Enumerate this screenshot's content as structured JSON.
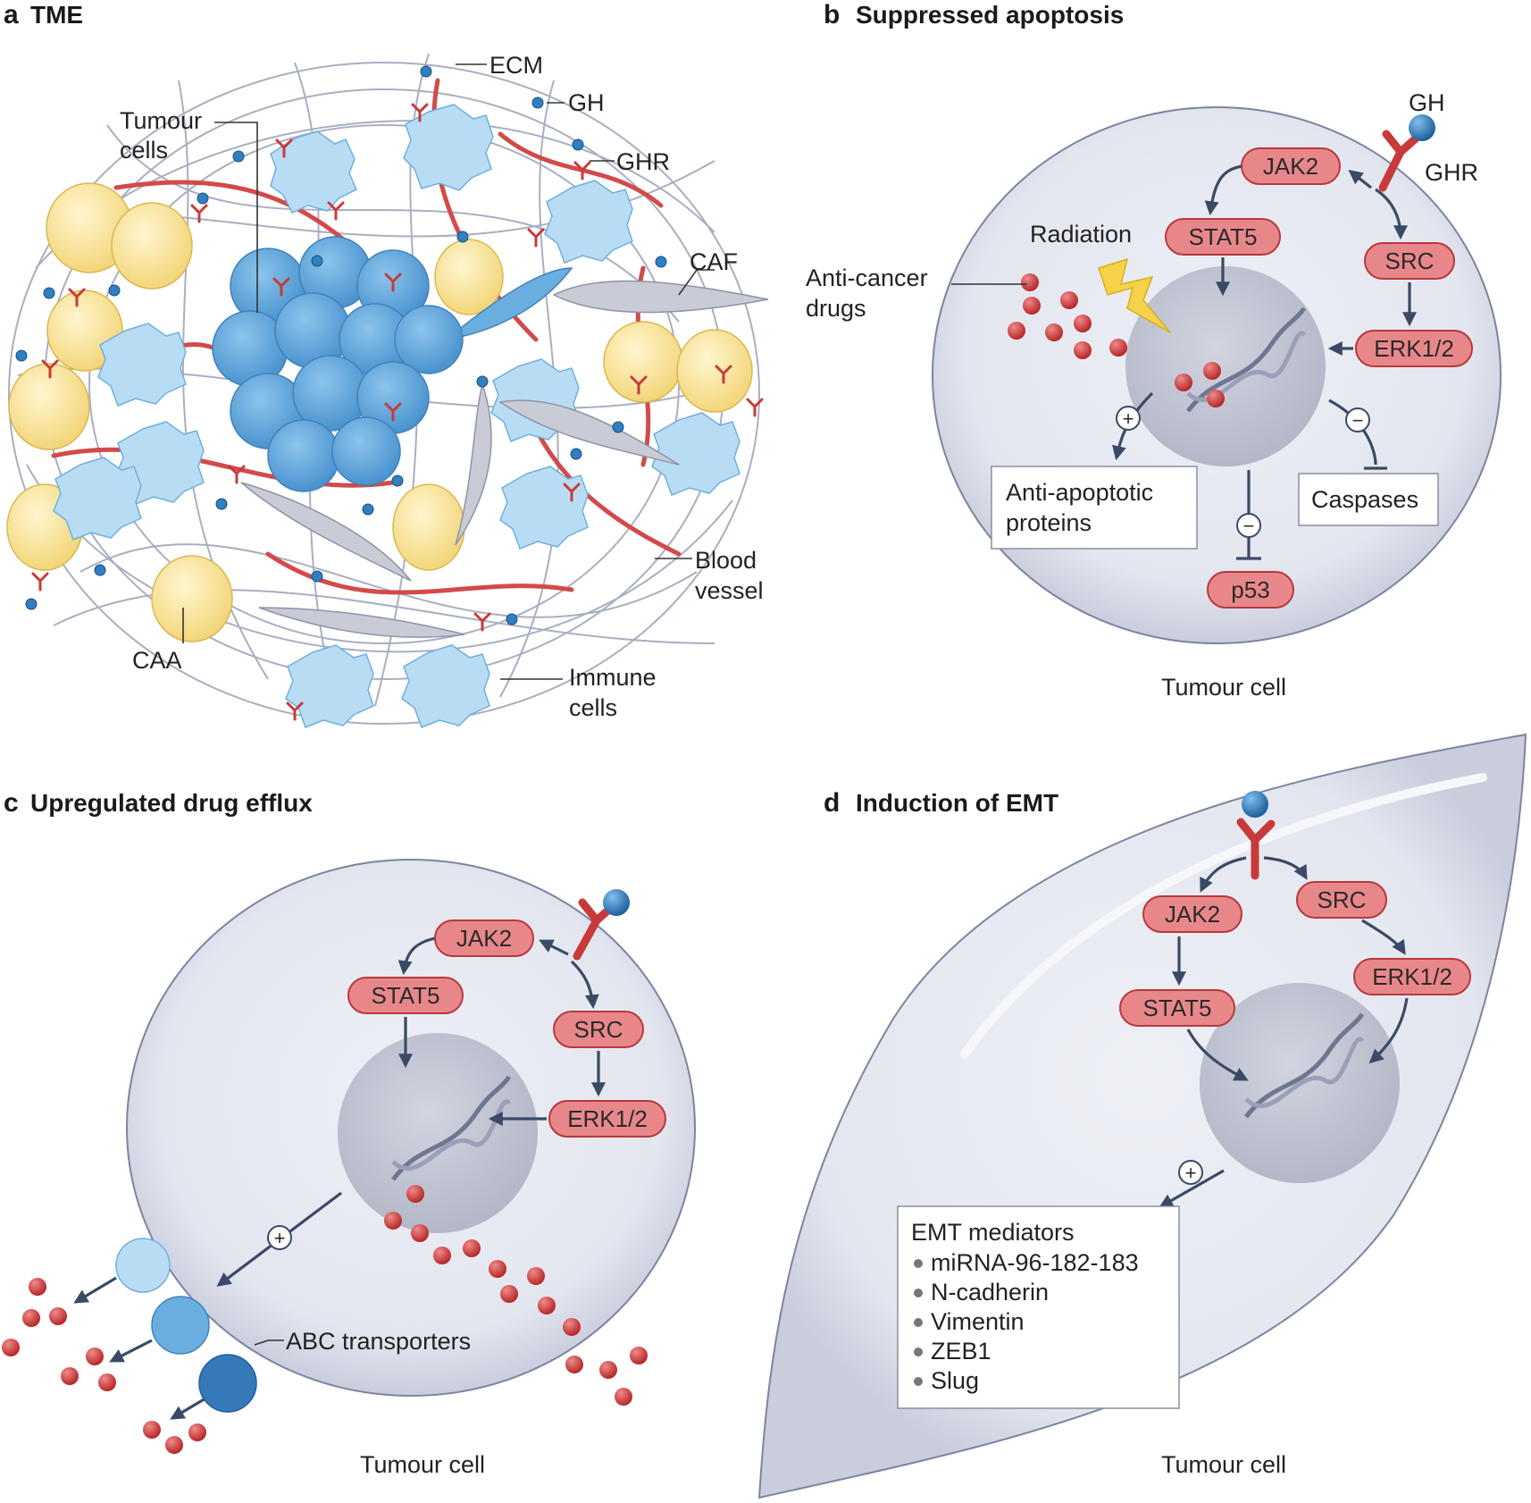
{
  "panels": {
    "a": {
      "letter": "a",
      "title": "TME",
      "labels": {
        "ecm": "ECM",
        "gh": "GH",
        "ghr": "GHR",
        "tumour_cells_1": "Tumour",
        "tumour_cells_2": "cells",
        "caf": "CAF",
        "blood_vessel_1": "Blood",
        "blood_vessel_2": "vessel",
        "caa": "CAA",
        "immune_cells_1": "Immune",
        "immune_cells_2": "cells"
      }
    },
    "b": {
      "letter": "b",
      "title": "Suppressed apoptosis",
      "labels": {
        "gh": "GH",
        "ghr": "GHR",
        "radiation": "Radiation",
        "anti_cancer_1": "Anti-cancer",
        "anti_cancer_2": "drugs",
        "anti_apoptotic_1": "Anti-apoptotic",
        "anti_apoptotic_2": "proteins",
        "caspases": "Caspases",
        "p53": "p53",
        "cell": "Tumour cell",
        "plus": "+",
        "minus": "−"
      },
      "pills": {
        "jak2": "JAK2",
        "stat5": "STAT5",
        "src": "SRC",
        "erk": "ERK1/2"
      }
    },
    "c": {
      "letter": "c",
      "title": "Upregulated drug efflux",
      "labels": {
        "abc": "ABC transporters",
        "cell": "Tumour cell",
        "plus": "+"
      },
      "pills": {
        "jak2": "JAK2",
        "stat5": "STAT5",
        "src": "SRC",
        "erk": "ERK1/2"
      }
    },
    "d": {
      "letter": "d",
      "title": "Induction of EMT",
      "labels": {
        "cell": "Tumour cell",
        "plus": "+",
        "emt_header": "EMT mediators",
        "emt_items": [
          "miRNA-96-182-183",
          "N-cadherin",
          "Vimentin",
          "ZEB1",
          "Slug"
        ]
      },
      "pills": {
        "jak2": "JAK2",
        "stat5": "STAT5",
        "src": "SRC",
        "erk": "ERK1/2"
      }
    }
  },
  "colors": {
    "pill_fill": "#e8878a",
    "pill_stroke": "#b8383c",
    "receptor": "#c83a3a",
    "gh_ball": "#2f7fc1",
    "cell_fill": "#e6e8f1",
    "cell_stroke": "#9aa0b8",
    "nucleus": "#c6c9d6",
    "drug": "#d33c3c",
    "tumour_cell": "#6aaee0",
    "immune_cell": "#b9dcf5",
    "adipocyte": "#fbe8a6",
    "caf": "#c9ccd6"
  }
}
